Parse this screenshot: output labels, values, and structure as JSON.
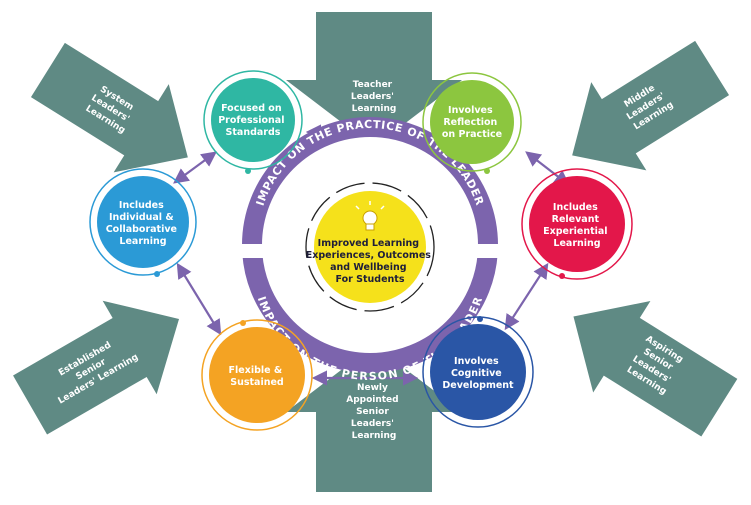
{
  "center": {
    "lines": [
      "Improved Learning",
      "Experiences, Outcomes",
      "and Wellbeing",
      "For Students"
    ],
    "icon": "lightbulb-icon",
    "top_arc": "IMPACT ON THE PRACTICE OF THE LEADER",
    "bottom_arc": "IMPACT ON THE PERSON OF THE LEADER"
  },
  "circles": [
    {
      "id": "focused",
      "lines": [
        "Focused on",
        "Professional",
        "Standards"
      ],
      "color": "#2fb7a3"
    },
    {
      "id": "reflection",
      "lines": [
        "Involves",
        "Reflection",
        "on Practice"
      ],
      "color": "#8cc63f"
    },
    {
      "id": "experiential",
      "lines": [
        "Includes",
        "Relevant",
        "Experiential",
        "Learning"
      ],
      "color": "#e3174a"
    },
    {
      "id": "cognitive",
      "lines": [
        "Involves",
        "Cognitive",
        "Development"
      ],
      "color": "#2a56a6"
    },
    {
      "id": "flexible",
      "lines": [
        "Flexible &",
        "Sustained"
      ],
      "color": "#f4a323"
    },
    {
      "id": "collaborative",
      "lines": [
        "Includes",
        "Individual &",
        "Collaborative",
        "Learning"
      ],
      "color": "#2b9ad6"
    }
  ],
  "arrows": [
    {
      "id": "teacher",
      "lines": [
        "Teacher",
        "Leaders'",
        "Learning"
      ]
    },
    {
      "id": "newly",
      "lines": [
        "Newly",
        "Appointed",
        "Senior",
        "Leaders'",
        "Learning"
      ]
    },
    {
      "id": "system",
      "lines": [
        "System",
        "Leaders'",
        "Learning"
      ]
    },
    {
      "id": "middle",
      "lines": [
        "Middle",
        "Leaders'",
        "Learning"
      ]
    },
    {
      "id": "established",
      "lines": [
        "Established",
        "Senior",
        "Leaders' Learning"
      ]
    },
    {
      "id": "aspiring",
      "lines": [
        "Aspiring",
        "Senior",
        "Leaders'",
        "Learning"
      ]
    }
  ],
  "colors": {
    "arrow": "#5f8a84",
    "connector": "#7c64ad",
    "center": "#f5e11b",
    "ring": "#7c64ad"
  }
}
